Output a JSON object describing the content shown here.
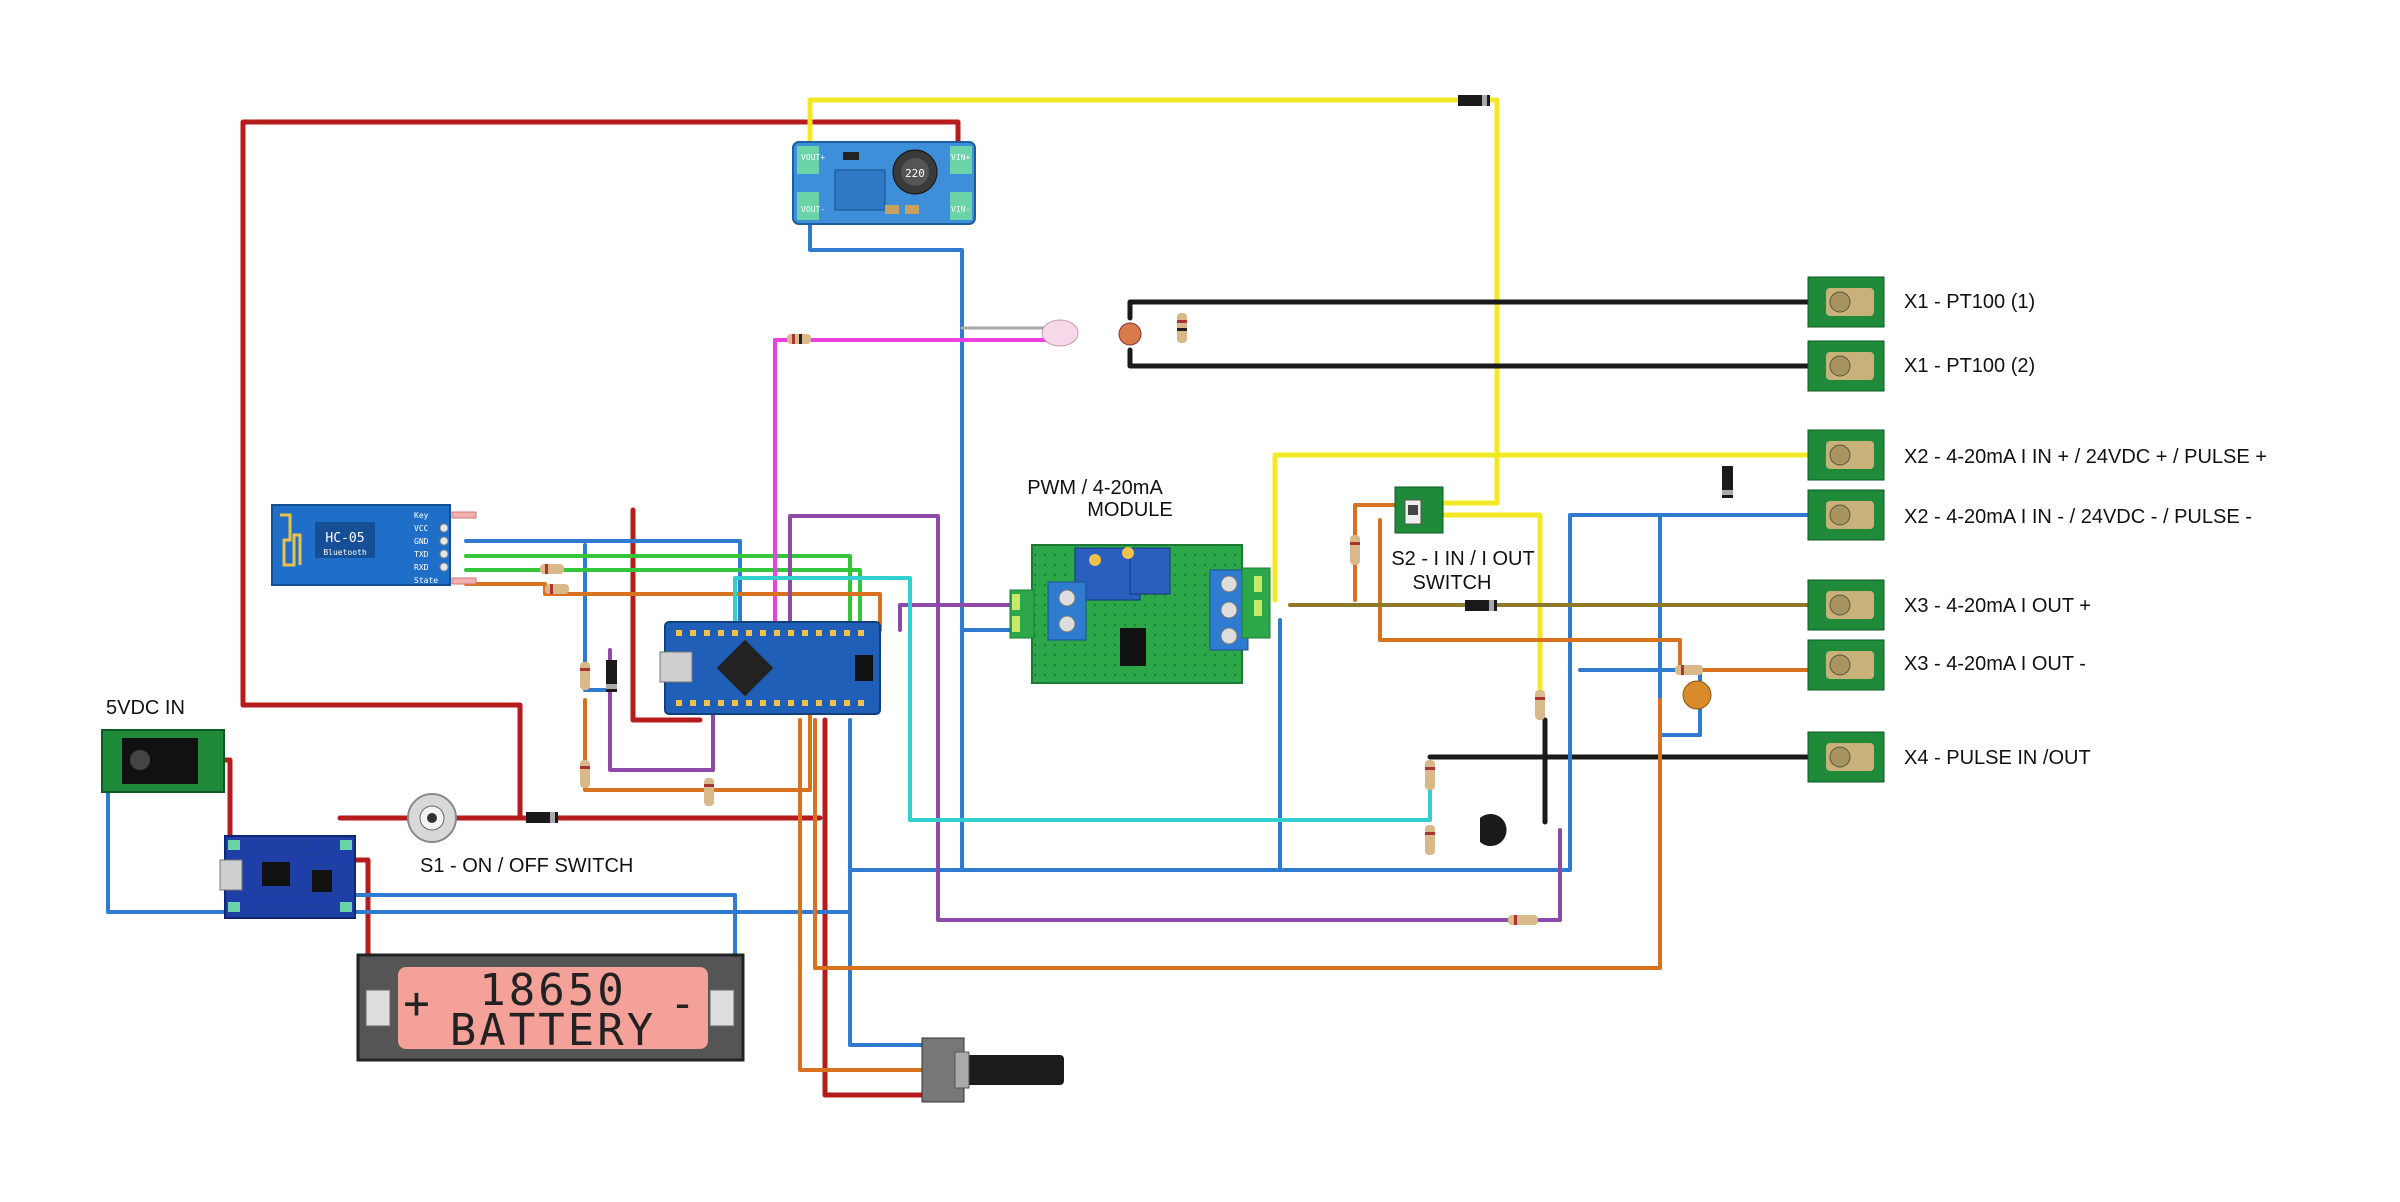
{
  "colors": {
    "red": "#b71c1c",
    "yellow": "#f2e824",
    "black": "#1a1a1a",
    "blue": "#2f7bd0",
    "green": "#34c63a",
    "magenta": "#ec3fe0",
    "orange": "#d8721f",
    "purple": "#8e4aa8",
    "cyan": "#30d0d0",
    "olive": "#8f7a2a",
    "pcb_green": "#1e8a3a",
    "pcb_blue": "#1e3ea8",
    "arduino": "#1f5fb8"
  },
  "modules": {
    "boost": {
      "chip_label": "220",
      "pins": [
        "VOUT+",
        "VOUT-",
        "VIN+",
        "VIN-"
      ]
    },
    "bluetooth": {
      "chip_label": "HC-05",
      "sub_label": "Bluetooth",
      "pins": [
        "Key",
        "VCC",
        "GND",
        "TXD",
        "RXD",
        "State"
      ]
    },
    "battery": {
      "line1": "18650",
      "line2": "BATTERY",
      "plus": "+",
      "minus": "-"
    }
  },
  "labels": {
    "pwm_module": "PWM / 4-20mA",
    "pwm_module_2": "MODULE",
    "s2_line1": "S2 - I IN / I OUT",
    "s2_line2": "SWITCH",
    "dc_in": "5VDC IN",
    "s1": "S1 - ON / OFF SWITCH",
    "x1a": "X1 - PT100 (1)",
    "x1b": "X1 - PT100 (2)",
    "x2a": "X2 - 4-20mA I IN + / 24VDC + / PULSE +",
    "x2b": "X2 - 4-20mA I IN - / 24VDC - / PULSE -",
    "x3a": "X3 - 4-20mA I OUT +",
    "x3b": "X3 - 4-20mA I OUT -",
    "x4": "X4 - PULSE IN /OUT"
  },
  "icons": [
    "arduino-nano-board",
    "hc05-bluetooth-icon",
    "boost-converter-icon",
    "charger-board-icon",
    "battery-holder-icon",
    "dc-jack-icon",
    "toggle-switch-icon",
    "potentiometer-icon",
    "terminal-block-icon",
    "resistor-icon",
    "diode-icon",
    "led-icon",
    "transistor-icon",
    "capacitor-icon",
    "slide-switch-icon"
  ]
}
